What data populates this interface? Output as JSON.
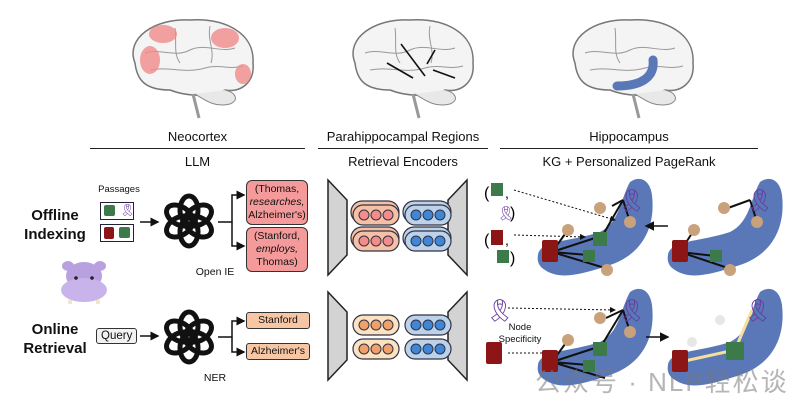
{
  "columns": {
    "neocortex": {
      "brain_label": "Neocortex",
      "component": "LLM"
    },
    "parahippocampal": {
      "brain_label": "Parahippocampal Regions",
      "component": "Retrieval Encoders"
    },
    "hippocampus": {
      "brain_label": "Hippocampus",
      "component": "KG + Personalized PageRank"
    }
  },
  "rows": {
    "offline": {
      "label_line1": "Offline",
      "label_line2": "Indexing"
    },
    "online": {
      "label_line1": "Online",
      "label_line2": "Retrieval"
    }
  },
  "offline_indexing": {
    "passages_label": "Passages",
    "process_label": "Open IE",
    "triples": [
      {
        "subject": "(Thomas,",
        "relation": "researches,",
        "object": "Alzheimer's)"
      },
      {
        "subject": "(Stanford,",
        "relation": "employs,",
        "object": "Thomas)"
      }
    ]
  },
  "online_retrieval": {
    "query_label": "Query",
    "process_label": "NER",
    "entities": [
      "Stanford",
      "Alzheimer's"
    ],
    "node_specificity_label_line1": "Node",
    "node_specificity_label_line2": "Specificity"
  },
  "icons": {
    "llm": "openai-logo",
    "mascot": "hippo",
    "ribbon": "purple-ribbon",
    "stanford": "stanford-logo",
    "person": "person-emoji"
  },
  "colors": {
    "triple_fill": "#f59a9a",
    "entity_fill": "#f7c7a5",
    "kg_blob": "#5a78b8",
    "encoder_pink_fill": "#f5c0a5",
    "encoder_pink_dot": "#f48c8c",
    "encoder_blue_fill": "#bcd2ea",
    "encoder_blue_dot": "#3f86d6",
    "encoder_orange_fill": "#fbe3c1",
    "encoder_orange_dot": "#f2a06a",
    "ppr_path": "#f4e09a",
    "neocortex_highlight": "#f08a8a",
    "ribbon": "#6a3a9e",
    "stanford": "#8c1515"
  },
  "watermark": "公众号 · NLP轻松谈"
}
